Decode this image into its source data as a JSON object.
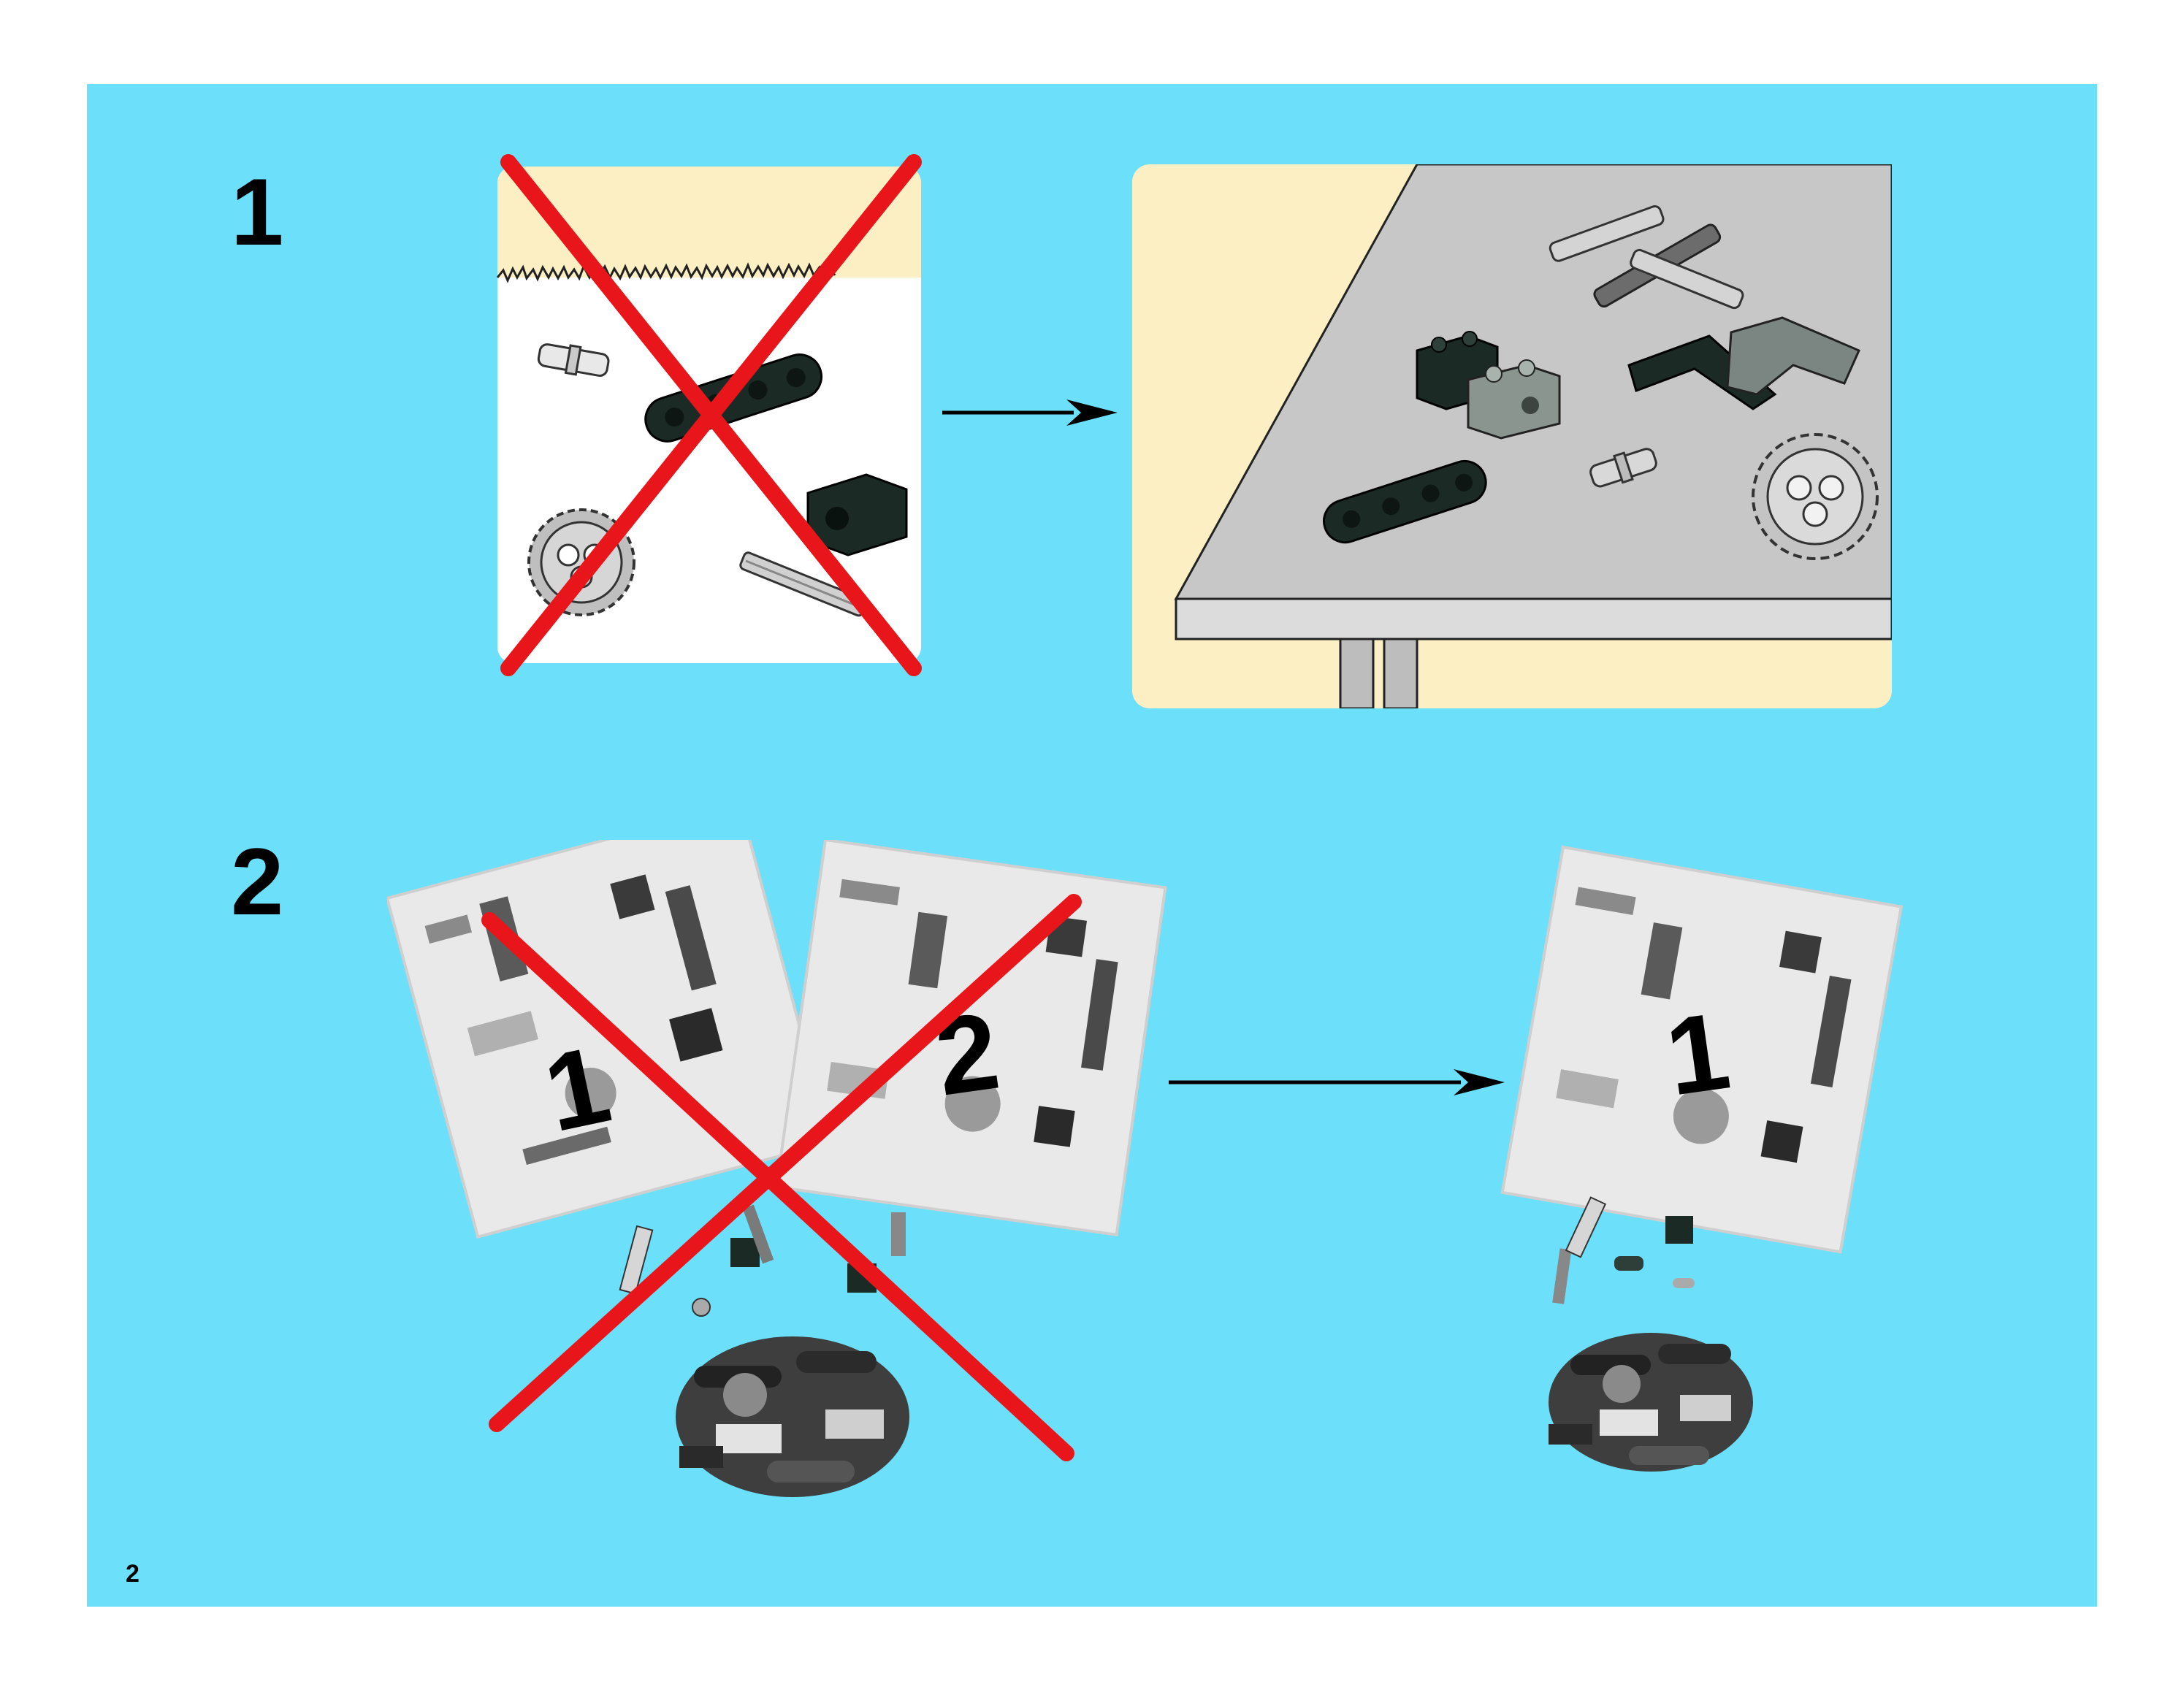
{
  "page": {
    "page_number": "2",
    "background_color": "#6ce0fb"
  },
  "steps": [
    {
      "number": "1",
      "wrong_panel": {
        "description_icon": "parts-on-grass",
        "mark": "red-x"
      },
      "right_panel": {
        "description_icon": "parts-on-table"
      }
    },
    {
      "number": "2",
      "wrong_bags": [
        {
          "bag_number": "1"
        },
        {
          "bag_number": "2"
        }
      ],
      "right_bag": {
        "bag_number": "1"
      },
      "mark": "red-x"
    }
  ],
  "colors": {
    "cross": "#e8161b",
    "cream": "#fcefc3",
    "table": "#c7c7c7",
    "dark_part": "#1b2a25"
  }
}
